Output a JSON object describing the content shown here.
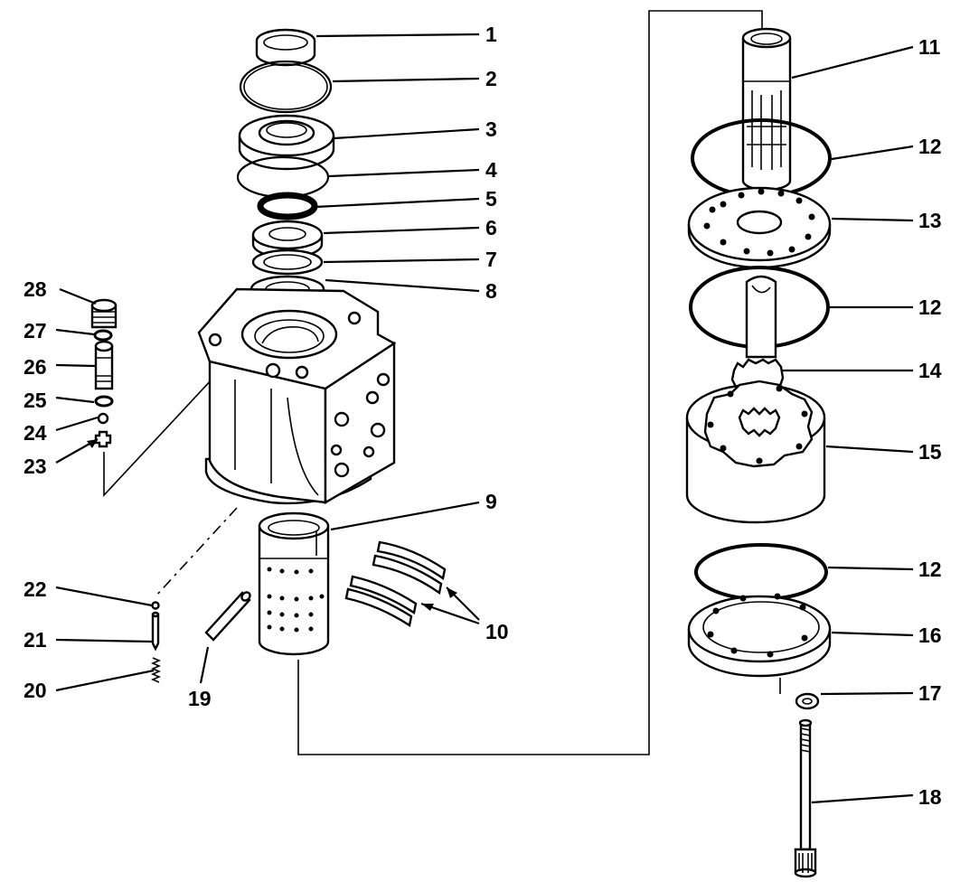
{
  "callouts": [
    {
      "id": "1",
      "label": "1"
    },
    {
      "id": "2",
      "label": "2"
    },
    {
      "id": "3",
      "label": "3"
    },
    {
      "id": "4",
      "label": "4"
    },
    {
      "id": "5",
      "label": "5"
    },
    {
      "id": "6",
      "label": "6"
    },
    {
      "id": "7",
      "label": "7"
    },
    {
      "id": "8",
      "label": "8"
    },
    {
      "id": "9",
      "label": "9"
    },
    {
      "id": "10",
      "label": "10"
    },
    {
      "id": "11",
      "label": "11"
    },
    {
      "id": "12a",
      "label": "12"
    },
    {
      "id": "12b",
      "label": "12"
    },
    {
      "id": "12c",
      "label": "12"
    },
    {
      "id": "13",
      "label": "13"
    },
    {
      "id": "14",
      "label": "14"
    },
    {
      "id": "15",
      "label": "15"
    },
    {
      "id": "16",
      "label": "16"
    },
    {
      "id": "17",
      "label": "17"
    },
    {
      "id": "18",
      "label": "18"
    },
    {
      "id": "19",
      "label": "19"
    },
    {
      "id": "20",
      "label": "20"
    },
    {
      "id": "21",
      "label": "21"
    },
    {
      "id": "22",
      "label": "22"
    },
    {
      "id": "23",
      "label": "23"
    },
    {
      "id": "24",
      "label": "24"
    },
    {
      "id": "25",
      "label": "25"
    },
    {
      "id": "26",
      "label": "26"
    },
    {
      "id": "27",
      "label": "27"
    },
    {
      "id": "28",
      "label": "28"
    }
  ]
}
